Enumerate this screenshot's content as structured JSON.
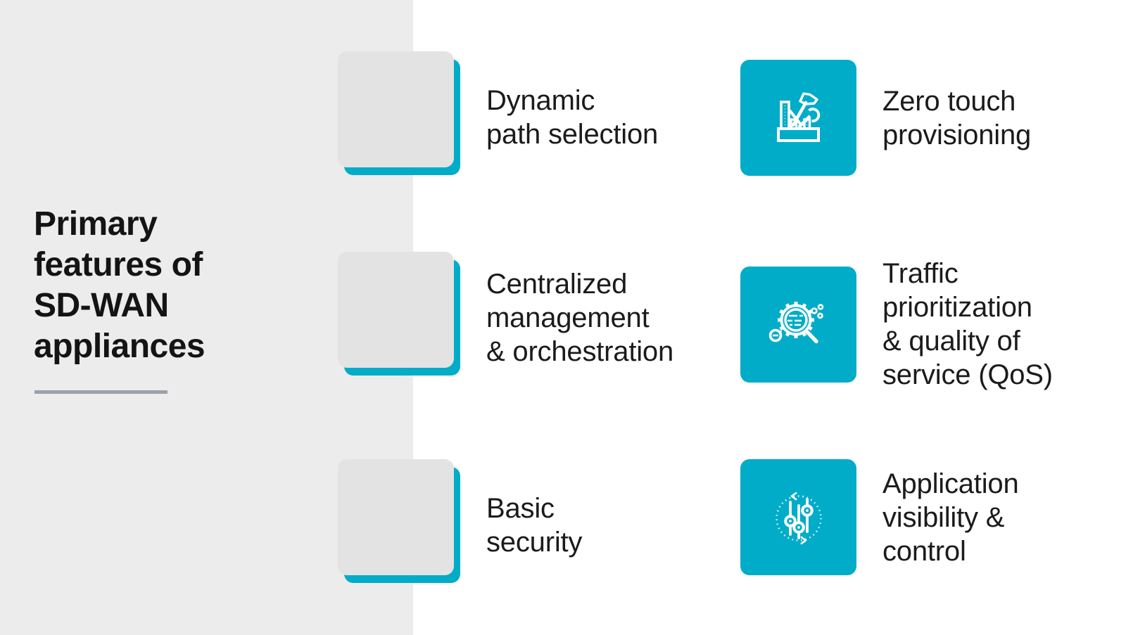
{
  "colors": {
    "teal": "#00ACC8",
    "panel": "#ECECEC",
    "shadow": "#E3E3E3",
    "text": "#1B1B1B",
    "underline": "#9AA1A7"
  },
  "header": {
    "title_lines": [
      "Primary",
      "features of",
      "SD-WAN",
      "appliances"
    ]
  },
  "features": [
    {
      "id": "dynamic-path-selection",
      "icon": "branching-arrows-icon",
      "lines": [
        "Dynamic",
        "path selection"
      ]
    },
    {
      "id": "zero-touch-provisioning",
      "icon": "toolbox-icon",
      "lines": [
        "Zero touch",
        "provisioning"
      ]
    },
    {
      "id": "centralized-management",
      "icon": "hub-network-icon",
      "lines": [
        "Centralized",
        "management",
        "& orchestration"
      ]
    },
    {
      "id": "traffic-prioritization",
      "icon": "gear-magnifier-icon",
      "lines": [
        "Traffic",
        "prioritization",
        "& quality of",
        "service (QoS)"
      ]
    },
    {
      "id": "basic-security",
      "icon": "padlock-icon",
      "lines": [
        "Basic",
        "security"
      ]
    },
    {
      "id": "application-visibility",
      "icon": "sliders-cycle-icon",
      "lines": [
        "Application",
        "visibility &",
        "control"
      ]
    }
  ]
}
